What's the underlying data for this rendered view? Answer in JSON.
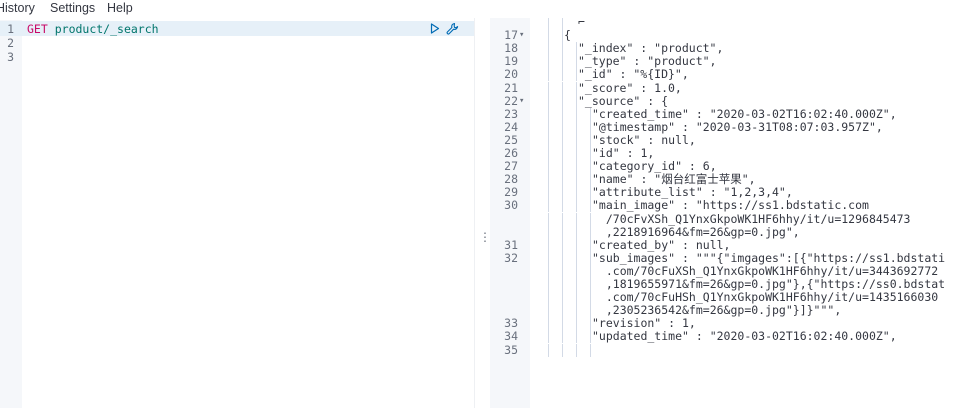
{
  "menu": {
    "history": "History",
    "settings": "Settings",
    "help": "Help"
  },
  "request": {
    "line_numbers": [
      "1",
      "2",
      "3"
    ],
    "method": "GET",
    "url": "product/_search",
    "actions": {
      "run_icon": "play-icon",
      "settings_icon": "wrench-icon"
    }
  },
  "splitter": {
    "grip": "⋮"
  },
  "response": {
    "lines": [
      {
        "n": "",
        "fold": "",
        "text": "⌐"
      },
      {
        "n": "17",
        "fold": "▾",
        "text": "{"
      },
      {
        "n": "18",
        "fold": "",
        "text": "\"_index\" : \"product\","
      },
      {
        "n": "19",
        "fold": "",
        "text": "\"_type\" : \"product\","
      },
      {
        "n": "20",
        "fold": "",
        "text": "\"_id\" : \"%{ID}\","
      },
      {
        "n": "21",
        "fold": "",
        "text": "\"_score\" : 1.0,"
      },
      {
        "n": "22",
        "fold": "▾",
        "text": "\"_source\" : {"
      },
      {
        "n": "23",
        "fold": "",
        "text": "\"created_time\" : \"2020-03-02T16:02:40.000Z\","
      },
      {
        "n": "24",
        "fold": "",
        "text": "\"@timestamp\" : \"2020-03-31T08:07:03.957Z\","
      },
      {
        "n": "25",
        "fold": "",
        "text": "\"stock\" : null,"
      },
      {
        "n": "26",
        "fold": "",
        "text": "\"id\" : 1,"
      },
      {
        "n": "27",
        "fold": "",
        "text": "\"category_id\" : 6,"
      },
      {
        "n": "28",
        "fold": "",
        "text": "\"name\" : \"烟台红富士苹果\","
      },
      {
        "n": "29",
        "fold": "",
        "text": "\"attribute_list\" : \"1,2,3,4\","
      },
      {
        "n": "30",
        "fold": "",
        "text": "\"main_image\" : \"https://ss1.bdstatic.com"
      },
      {
        "n": "",
        "fold": "",
        "text": "  /70cFvXSh_Q1YnxGkpoWK1HF6hhy/it/u=1296845473"
      },
      {
        "n": "",
        "fold": "",
        "text": "  ,2218916964&fm=26&gp=0.jpg\","
      },
      {
        "n": "31",
        "fold": "",
        "text": "\"created_by\" : null,"
      },
      {
        "n": "32",
        "fold": "",
        "text": "\"sub_images\" : \"\"\"{\"imgages\":[{\"https://ss1.bdstati"
      },
      {
        "n": "",
        "fold": "",
        "text": "  .com/70cFuXSh_Q1YnxGkpoWK1HF6hhy/it/u=3443692772"
      },
      {
        "n": "",
        "fold": "",
        "text": "  ,1819655971&fm=26&gp=0.jpg\"},{\"https://ss0.bdstat"
      },
      {
        "n": "",
        "fold": "",
        "text": "  .com/70cFuHSh_Q1YnxGkpoWK1HF6hhy/it/u=1435166030"
      },
      {
        "n": "",
        "fold": "",
        "text": "  ,2305236542&fm=26&gp=0.jpg\"}]}\"\"\","
      },
      {
        "n": "33",
        "fold": "",
        "text": "\"revision\" : 1,"
      },
      {
        "n": "34",
        "fold": "",
        "text": "\"updated_time\" : \"2020-03-02T16:02:40.000Z\","
      },
      {
        "n": "35",
        "fold": "",
        "text": ""
      }
    ]
  }
}
